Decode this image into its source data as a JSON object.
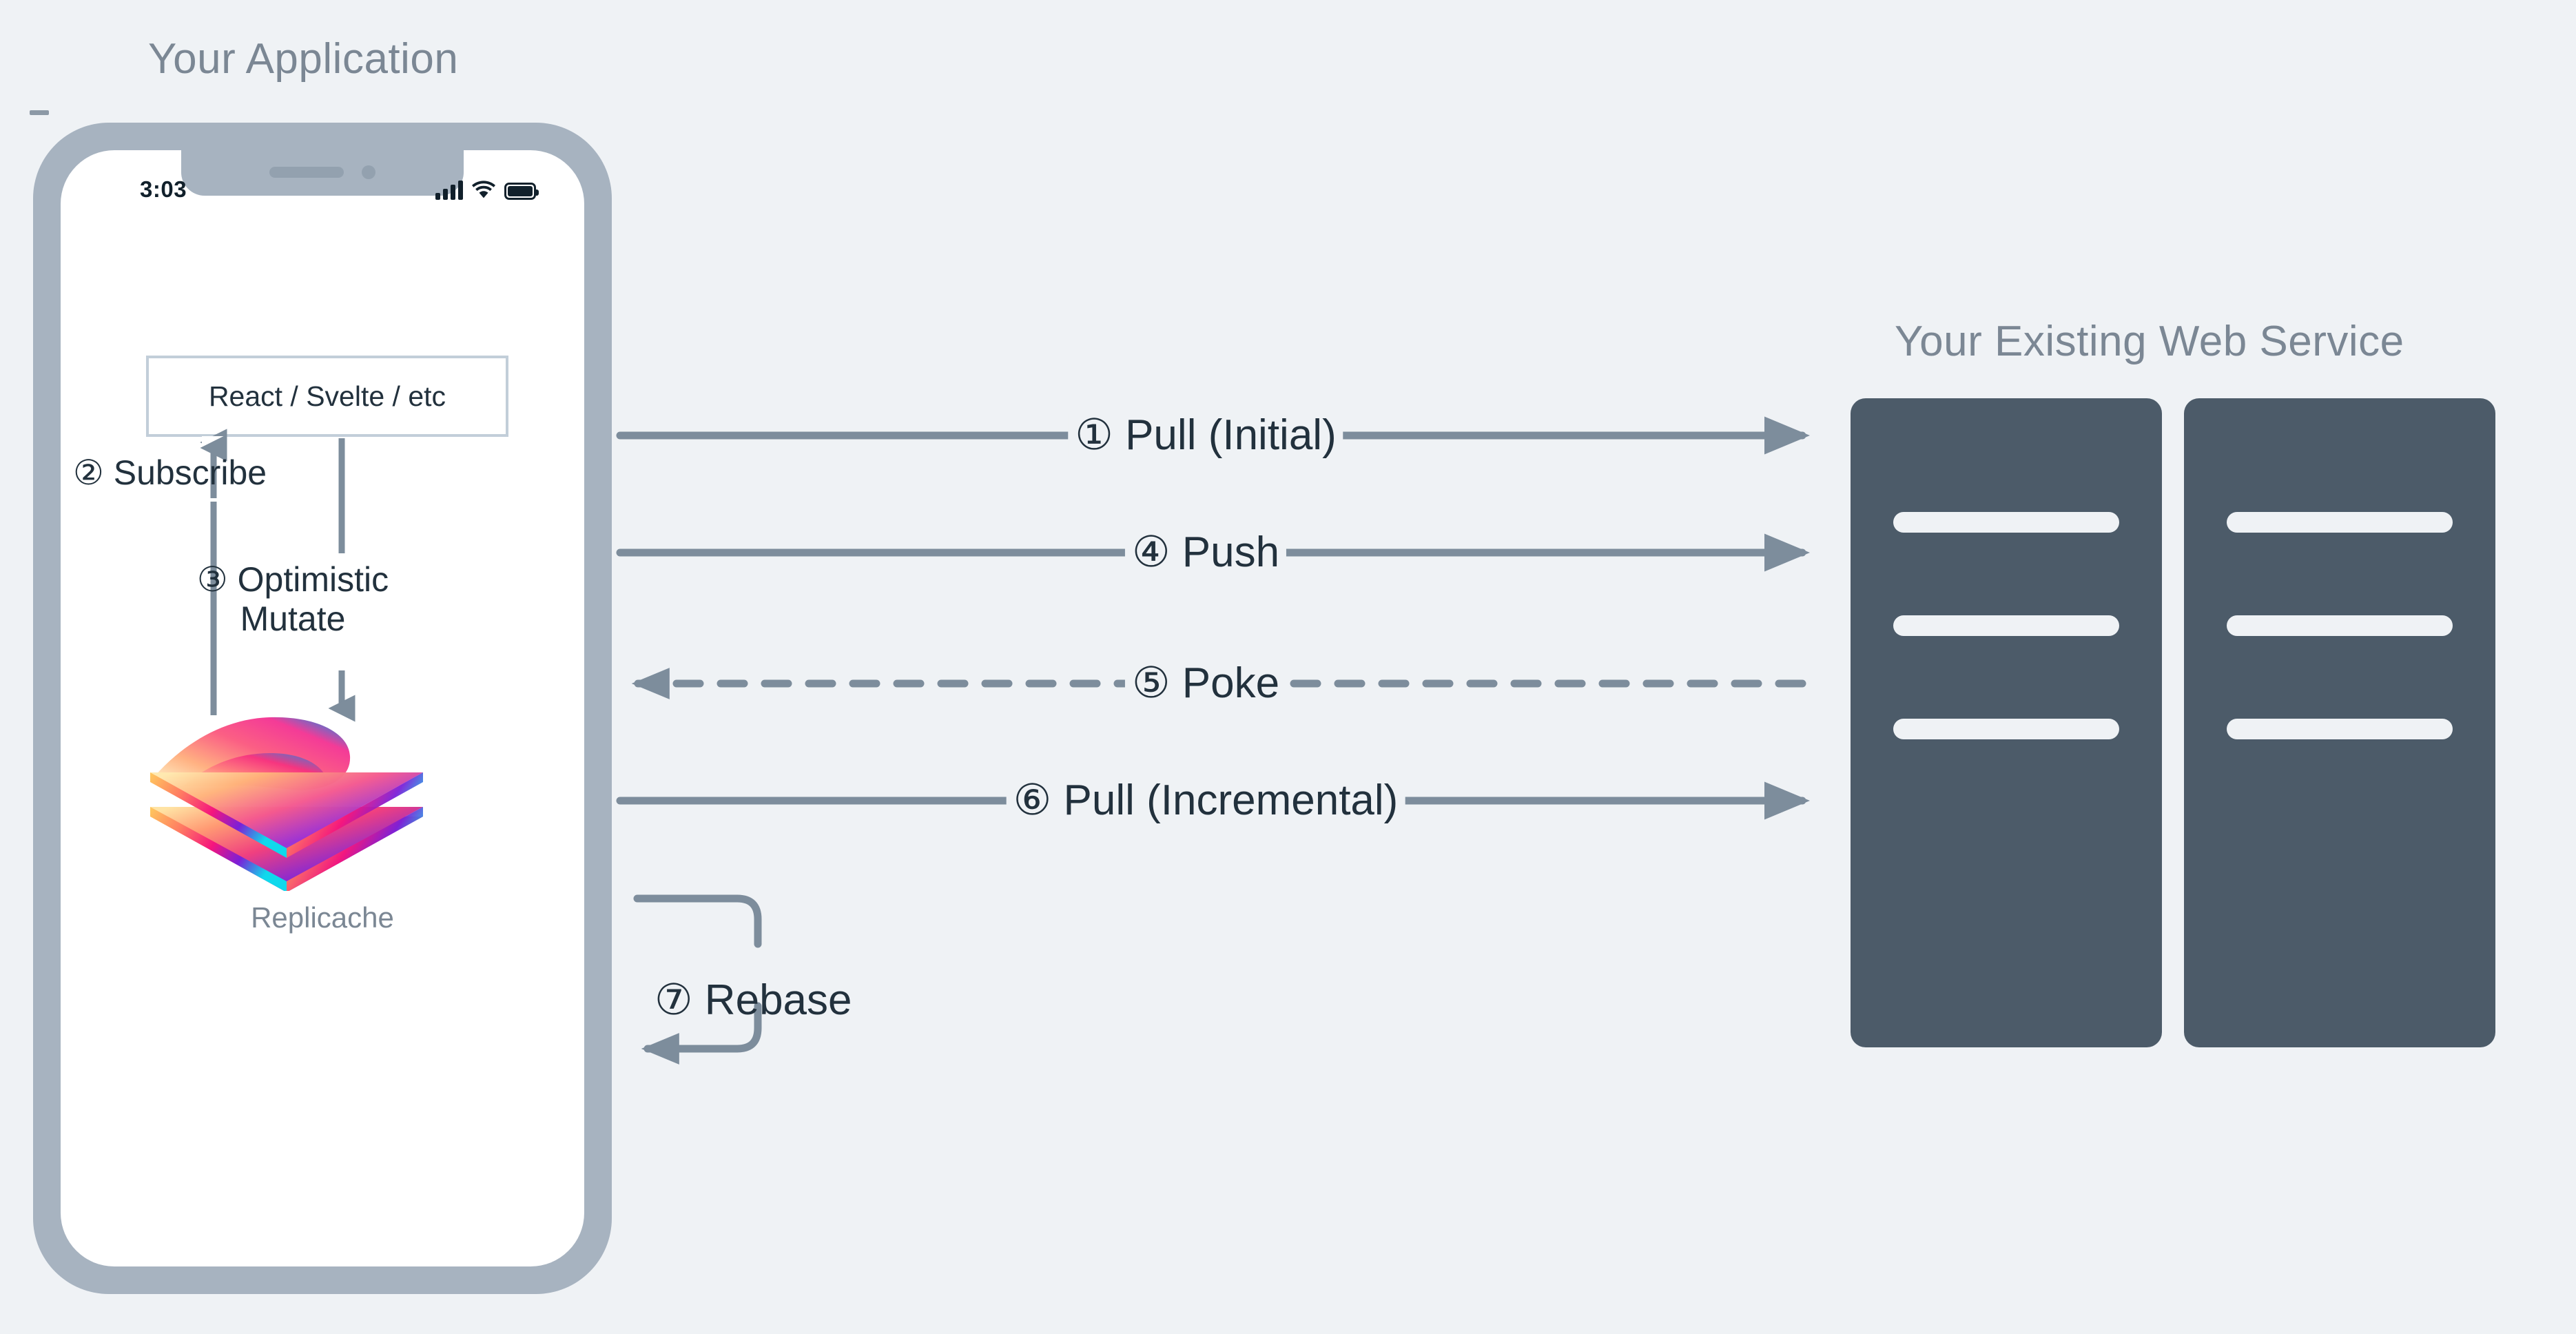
{
  "diagram": {
    "title_left": "Your Application",
    "title_right": "Your Existing Web Service",
    "background_color": "#eff2f5",
    "accent_color": "#7b8794",
    "text_color": "#22313d",
    "server_color": "#4c5b69",
    "phone_frame_color": "#a7b3c0"
  },
  "phone": {
    "status_bar": {
      "time": "3:03",
      "cellular_icon": "signal-bars-icon",
      "wifi_icon": "wifi-icon",
      "battery_icon": "battery-full-icon"
    },
    "framework_box": {
      "label": "React / Svelte / etc"
    },
    "local_store": {
      "logo": "replicache-layers-logo",
      "caption": "Replicache"
    },
    "internal_flows": [
      {
        "num": "②",
        "label": "Subscribe",
        "direction": "up",
        "from": "Replicache",
        "to": "React / Svelte / etc"
      },
      {
        "num": "③",
        "label_line1": "Optimistic",
        "label_line2": "Mutate",
        "direction": "down",
        "from": "React / Svelte / etc",
        "to": "Replicache"
      }
    ]
  },
  "flows": [
    {
      "id": "flow-1",
      "num": "①",
      "label": "Pull (Initial)",
      "text": "① Pull (Initial)",
      "direction": "right",
      "style": "solid"
    },
    {
      "id": "flow-4",
      "num": "④",
      "label": "Push",
      "text": "④ Push",
      "direction": "right",
      "style": "solid"
    },
    {
      "id": "flow-5",
      "num": "⑤",
      "label": "Poke",
      "text": "⑤ Poke",
      "direction": "left",
      "style": "dashed"
    },
    {
      "id": "flow-6",
      "num": "⑥",
      "label": "Pull (Incremental)",
      "text": "⑥ Pull (Incremental)",
      "direction": "right",
      "style": "solid"
    },
    {
      "id": "flow-7",
      "num": "⑦",
      "label": "Rebase",
      "text": "⑦ Rebase",
      "direction": "loop-left",
      "style": "solid"
    }
  ],
  "inner_labels": {
    "subscribe": "② Subscribe",
    "mutate_line1": "③ Optimistic",
    "mutate_line2": "Mutate"
  },
  "servers": [
    {
      "name": "server-rack-left",
      "bars": 3
    },
    {
      "name": "server-rack-right",
      "bars": 3
    }
  ]
}
